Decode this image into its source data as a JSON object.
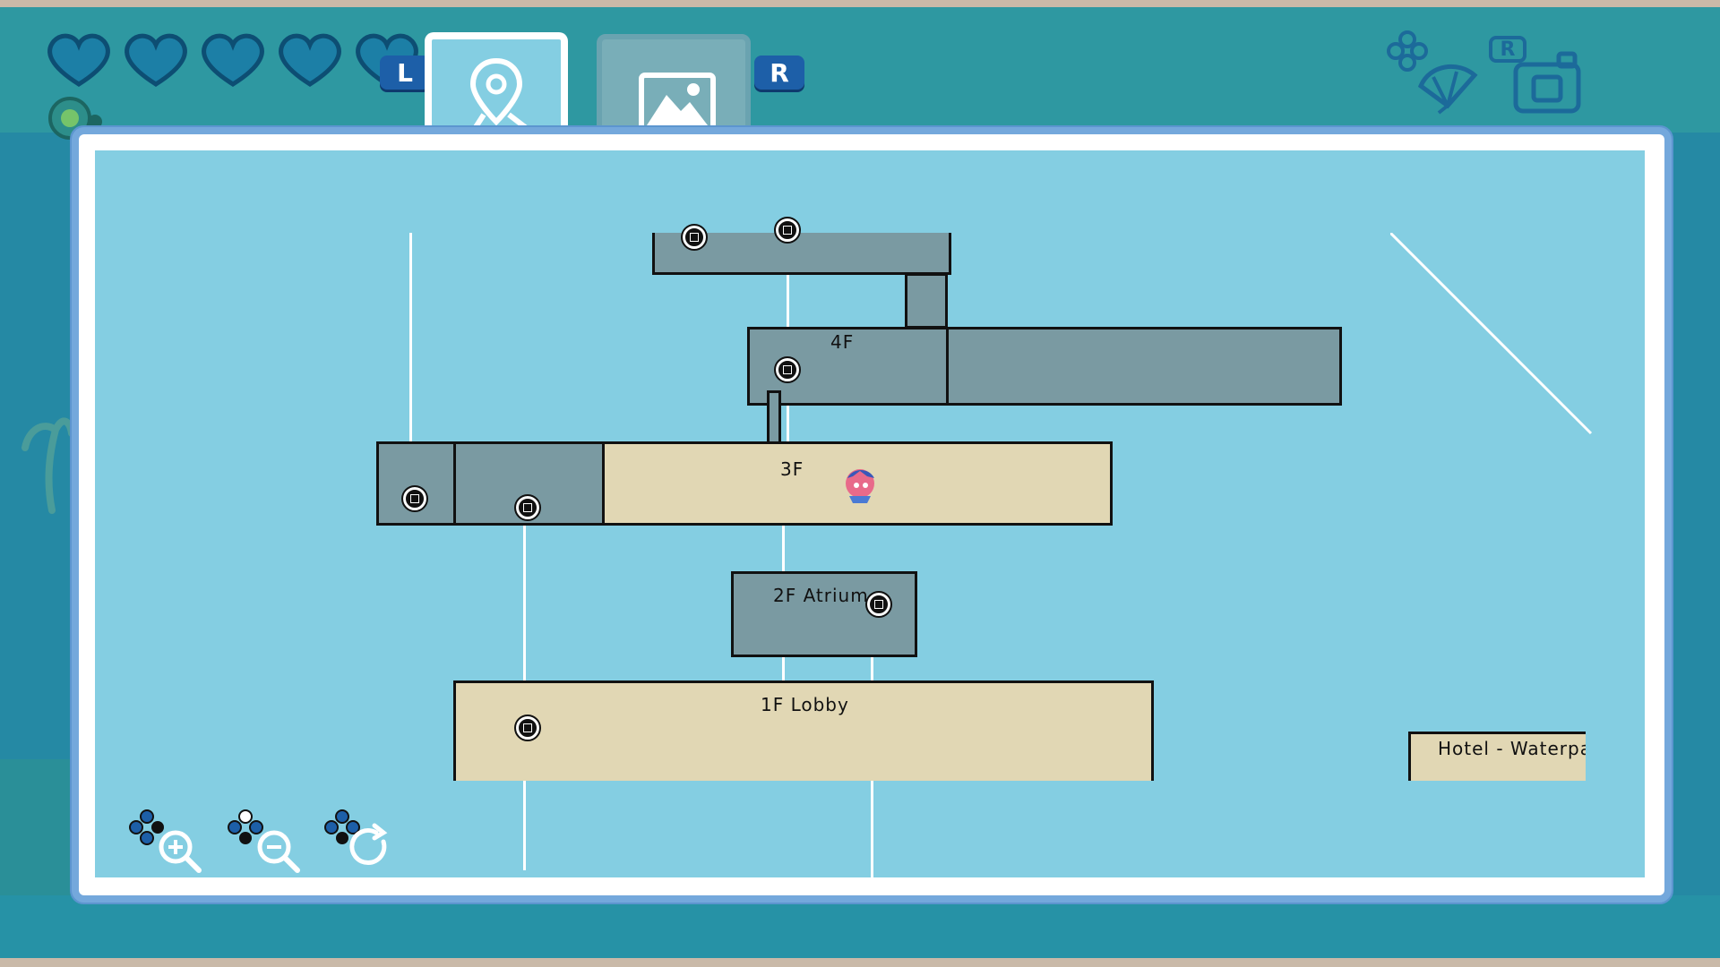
{
  "colors": {
    "background_teal": "#2a8f98",
    "map_water": "#84cee2",
    "room_explored": "#e1d7b4",
    "room_unexplored": "#7a9aa2",
    "button_blue": "#1d5fa8",
    "frame_blue": "#74a8dc"
  },
  "hud": {
    "hearts": 5,
    "left_shoulder_label": "L",
    "right_shoulder_label": "R",
    "corner_shoulder_label": "R"
  },
  "tabs": [
    {
      "name": "map",
      "icon": "map-pin-icon",
      "active": true
    },
    {
      "name": "gallery",
      "icon": "image-icon",
      "active": false
    }
  ],
  "map": {
    "rooms": [
      {
        "id": "4f-upper",
        "label": ""
      },
      {
        "id": "4f-connector",
        "label": ""
      },
      {
        "id": "4f",
        "label": "4F"
      },
      {
        "id": "4f-east",
        "label": ""
      },
      {
        "id": "3f-west-a",
        "label": ""
      },
      {
        "id": "3f-west-b",
        "label": ""
      },
      {
        "id": "3f",
        "label": "3F"
      },
      {
        "id": "2f-atrium",
        "label": "2F Atrium"
      },
      {
        "id": "1f-lobby",
        "label": "1F Lobby"
      },
      {
        "id": "hotel-waterpark",
        "label": "Hotel - Waterpa"
      }
    ]
  },
  "controls": [
    {
      "name": "zoom-in",
      "icon": "zoom-in-icon"
    },
    {
      "name": "zoom-out",
      "icon": "zoom-out-icon"
    },
    {
      "name": "reset",
      "icon": "reset-icon"
    }
  ]
}
